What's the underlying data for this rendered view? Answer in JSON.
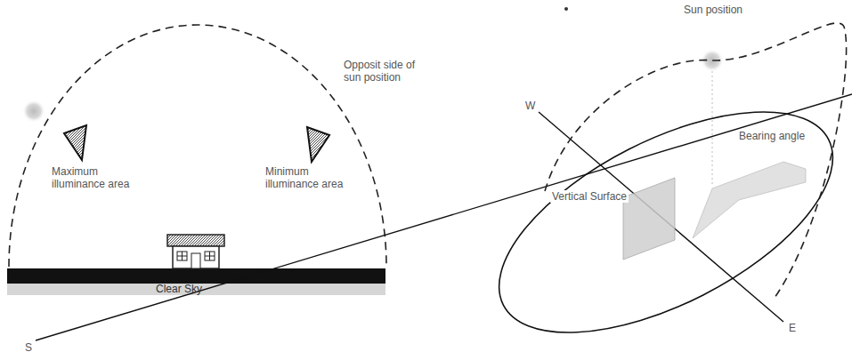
{
  "diagram": {
    "labels": [
      "Opposit side of sun position",
      "Maximum illuminance area",
      "Minimum illuminance area",
      "Clear Sky",
      "Sun position",
      "W",
      "Vertical Surface",
      "Bearing angle",
      "E",
      "S"
    ]
  }
}
